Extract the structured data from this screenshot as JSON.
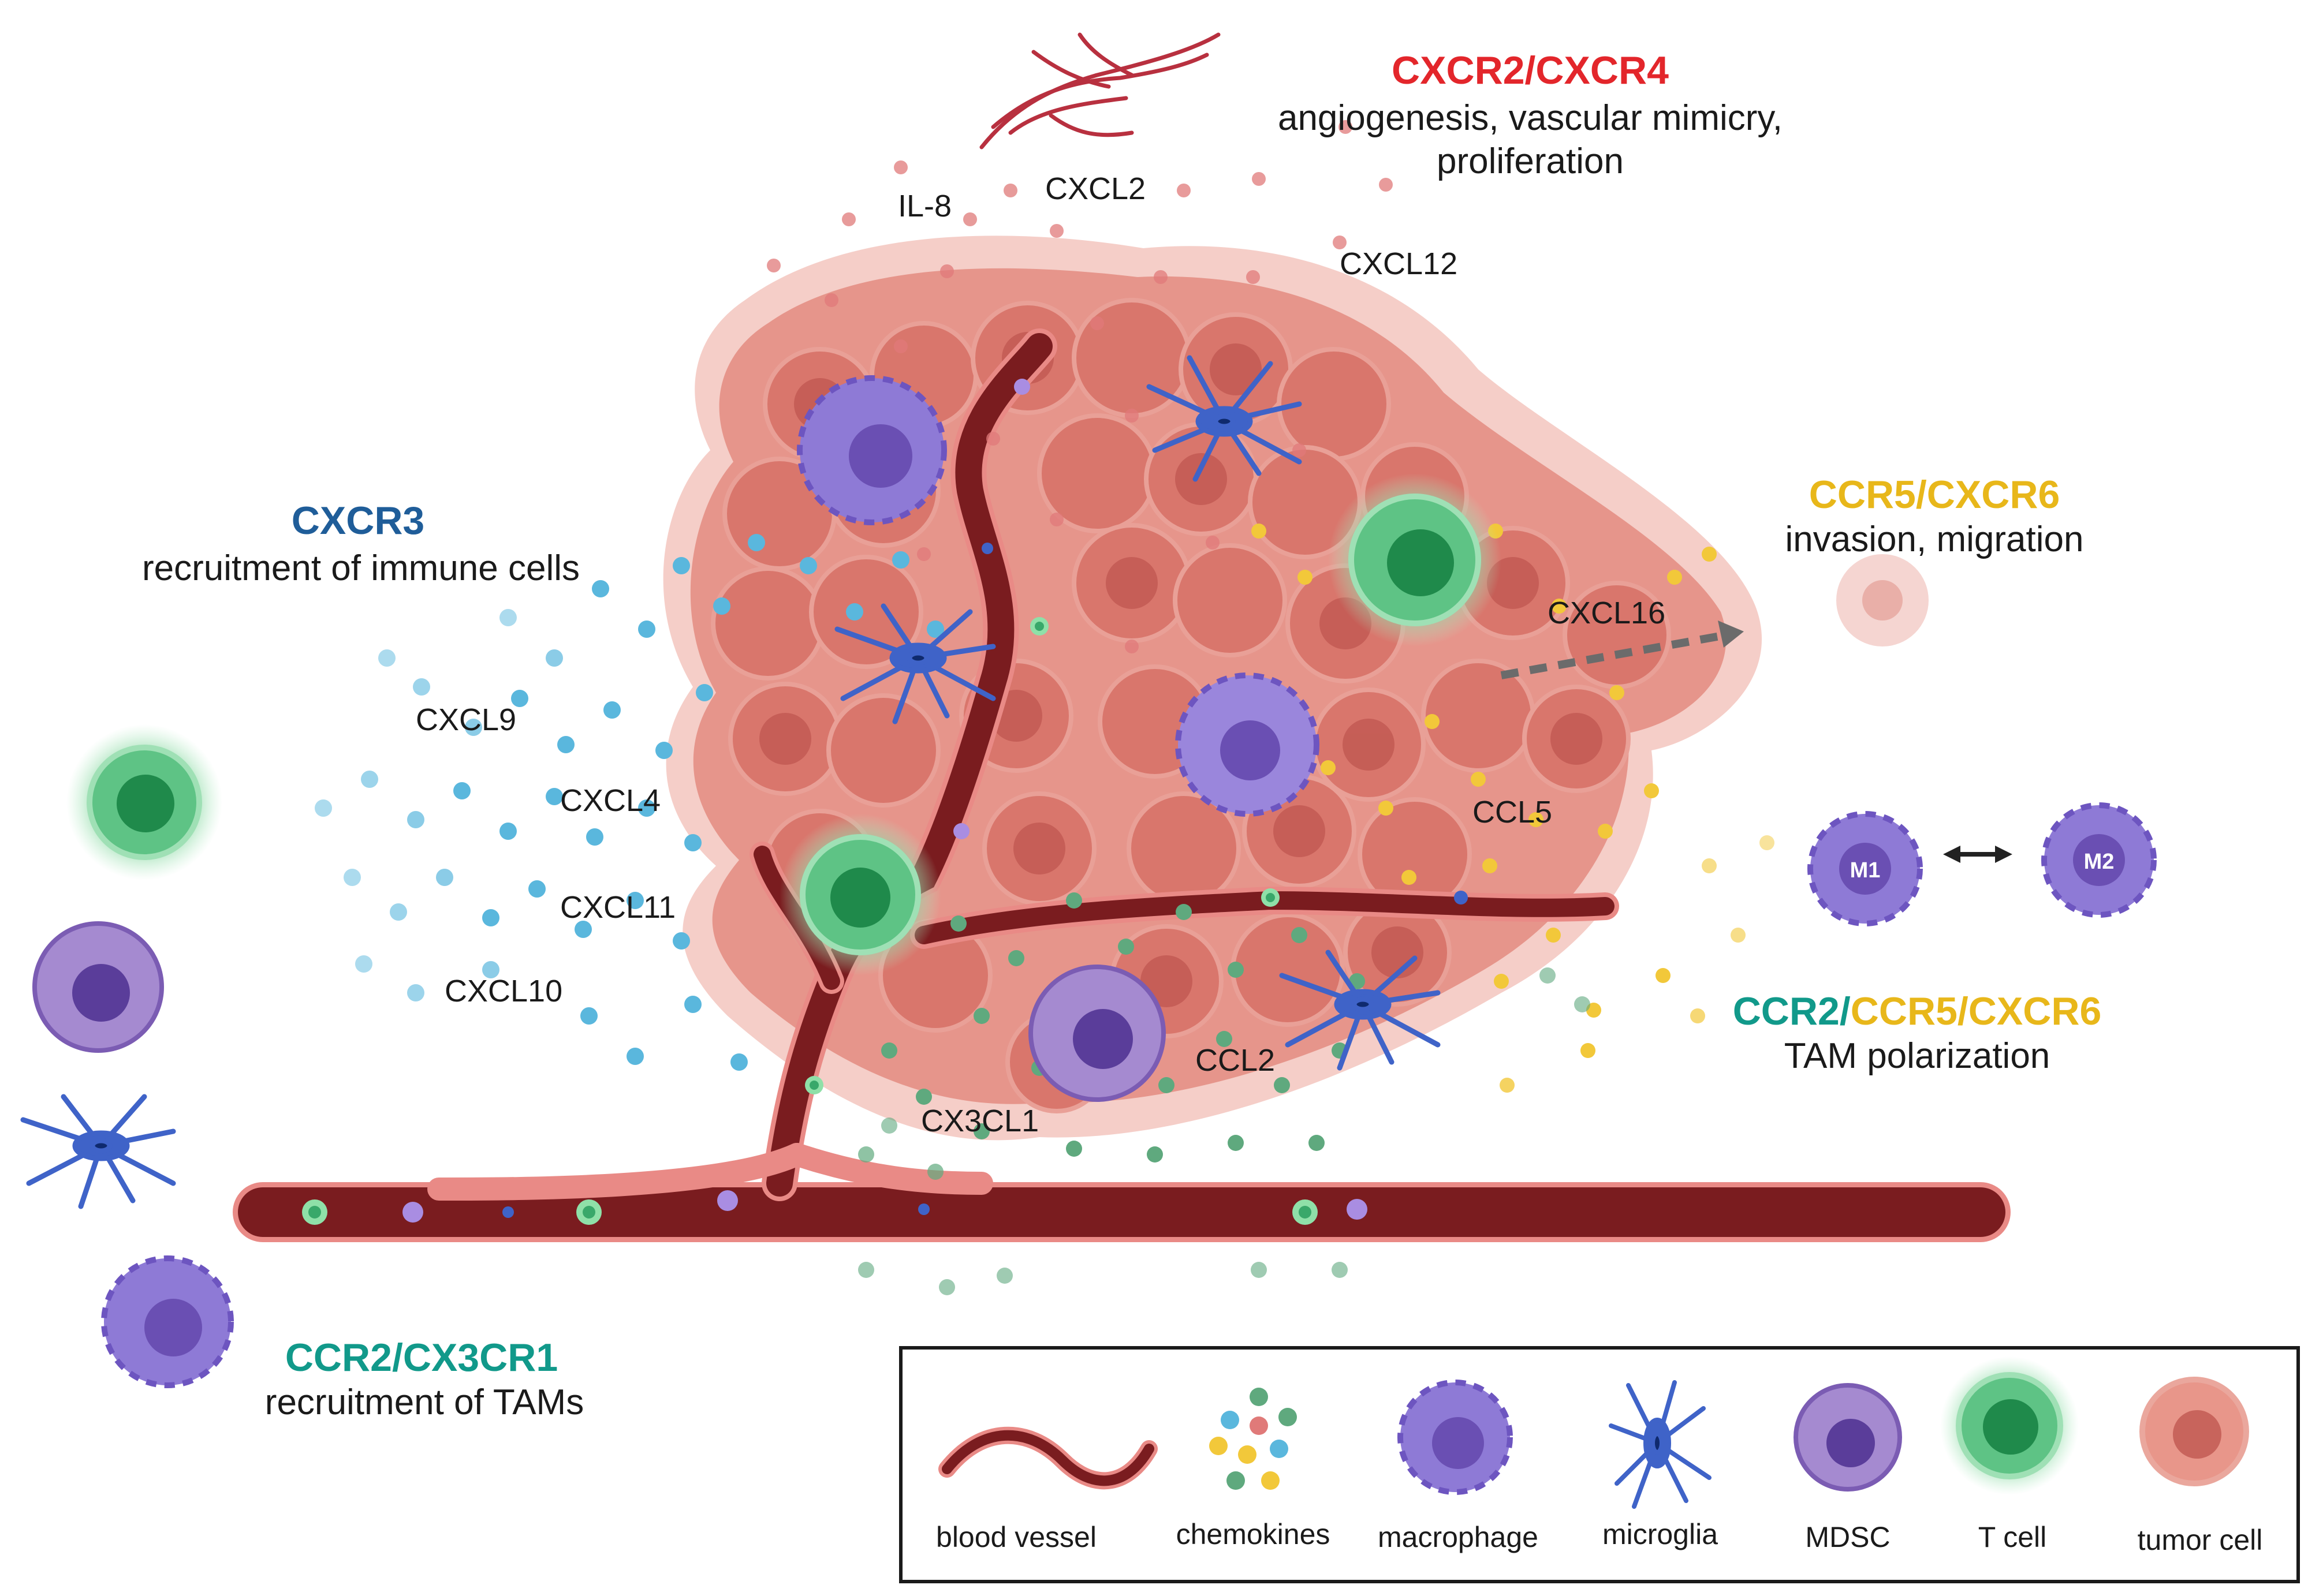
{
  "colors": {
    "background": "#ffffff",
    "vessel": "#7a1c1f",
    "vessel_edge": "#e98a86",
    "tumor": "#e8968a",
    "tumor_dark": "#c8645c",
    "macrophage": "#8e7ad6",
    "macrophage_core": "#5a3d9a",
    "microglia": "#3f63c8",
    "mdsc": "#9b78c0",
    "tcell": "#39a86a",
    "tcell_glow": "#9ddfb3",
    "red_receptor": "#e3262b",
    "blue_receptor": "#1f5d99",
    "yellow_receptor": "#e8b71a",
    "teal_receptor": "#11998a",
    "chemokine_blue": "#5ab7dd",
    "chemokine_yellow": "#f2c83a",
    "chemokine_green": "#5fa97e",
    "chemokine_red": "#e07a79"
  },
  "receptors": {
    "top": {
      "title": "CXCR2/CXCR4",
      "line1": "angiogenesis, vascular mimicry,",
      "line2": "proliferation"
    },
    "left": {
      "title": "CXCR3",
      "line1": "recruitment of immune cells"
    },
    "right_top": {
      "title": "CCR5/CXCR6",
      "line1": "invasion, migration"
    },
    "right_mid": {
      "title_a": "CCR2/",
      "title_b": "CCR5/CXCR6",
      "line1": "TAM polarization"
    },
    "bottom_left": {
      "title": "CCR2/CX3CR1",
      "line1": "recruitment of TAMs"
    }
  },
  "chemokine_labels": {
    "il8": "IL-8",
    "cxcl2": "CXCL2",
    "cxcl12": "CXCL12",
    "cxcl16": "CXCL16",
    "cxcl9": "CXCL9",
    "cxcl4": "CXCL4",
    "cxcl11": "CXCL11",
    "cxcl10": "CXCL10",
    "ccl5": "CCL5",
    "ccl2": "CCL2",
    "cx3cl1": "CX3CL1"
  },
  "polarization": {
    "m1": "M1",
    "m2": "M2"
  },
  "legend": {
    "blood_vessel": "blood vessel",
    "chemokines": "chemokines",
    "macrophage": "macrophage",
    "microglia": "microglia",
    "mdsc": "MDSC",
    "tcell": "T cell",
    "tumor_cell": "tumor cell"
  }
}
